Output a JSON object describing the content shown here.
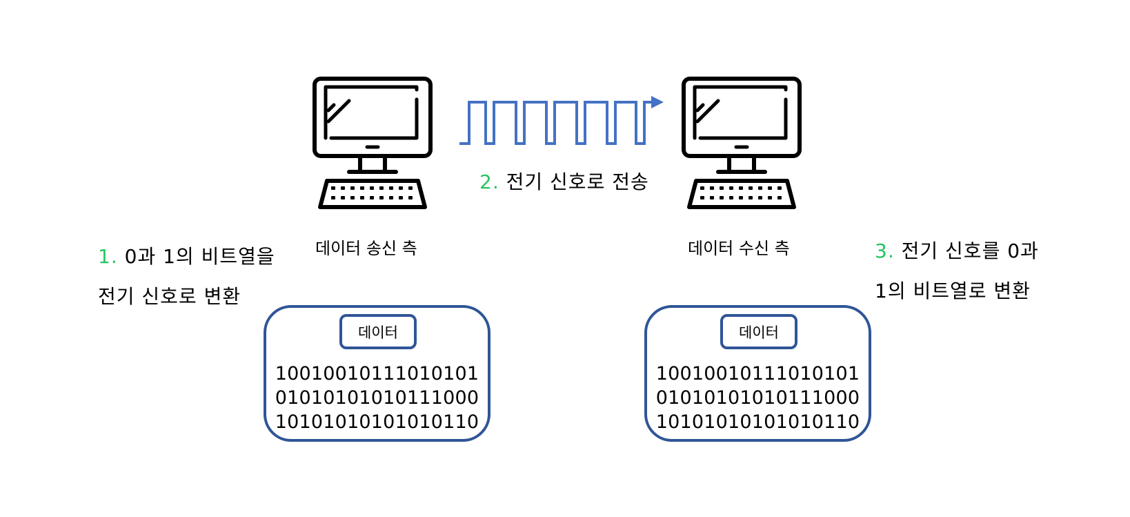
{
  "colors": {
    "step_number": "#22c55e",
    "signal": "#4472c4",
    "box_border": "#2f5597",
    "text": "#000000"
  },
  "sender": {
    "icon": "desktop-computer-icon",
    "caption": "데이터 송신 측"
  },
  "receiver": {
    "icon": "desktop-computer-icon",
    "caption": "데이터 수신 측"
  },
  "signal": {
    "icon": "square-wave-arrow-icon"
  },
  "steps": [
    {
      "number": "1.",
      "lines": [
        "0과 1의 비트열을",
        "전기 신호로 변환"
      ]
    },
    {
      "number": "2.",
      "lines": [
        "전기 신호로 전송"
      ]
    },
    {
      "number": "3.",
      "lines": [
        "전기 신호를 0과",
        "1의 비트열로 변환"
      ]
    }
  ],
  "sender_data": {
    "label": "데이터",
    "bits": [
      "10010010111010101",
      "01010101010111000",
      "10101010101010110"
    ]
  },
  "receiver_data": {
    "label": "데이터",
    "bits": [
      "10010010111010101",
      "01010101010111000",
      "10101010101010110"
    ]
  }
}
